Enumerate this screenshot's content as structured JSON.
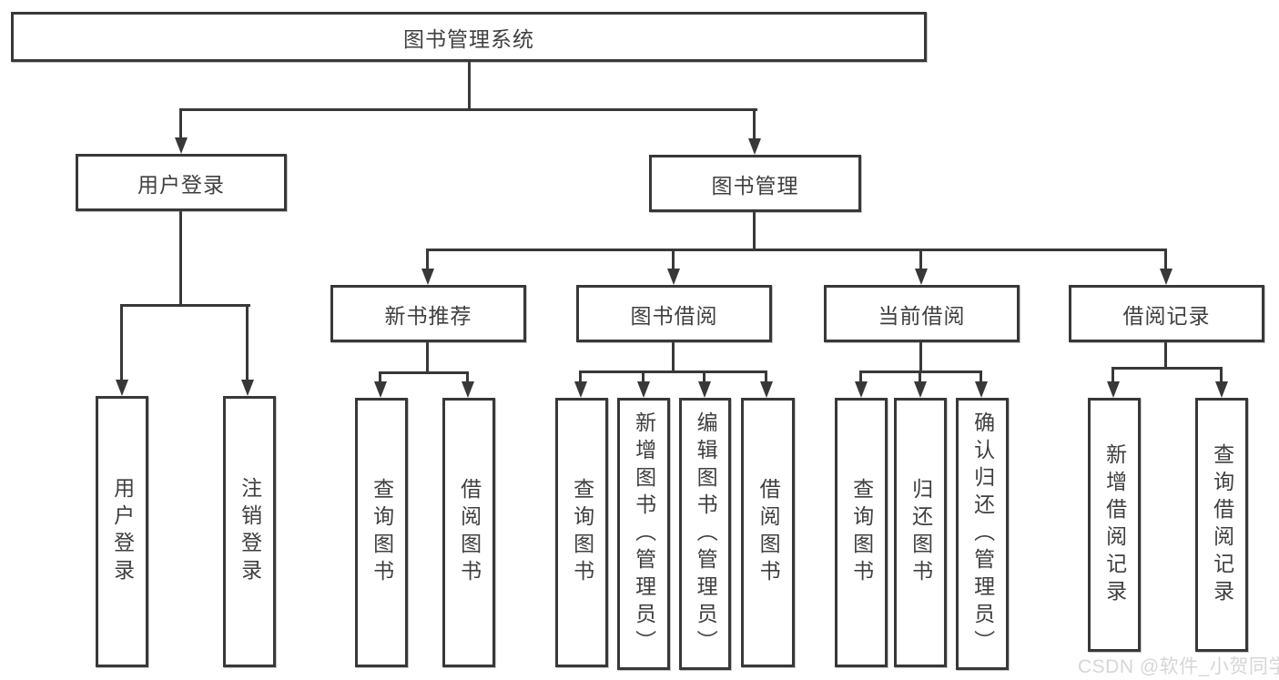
{
  "nodes": {
    "root": {
      "label": "图书管理系统"
    },
    "user_login": {
      "label": "用户登录"
    },
    "book_management": {
      "label": "图书管理"
    },
    "new_book_recommend": {
      "label": "新书推荐"
    },
    "book_borrowing": {
      "label": "图书借阅"
    },
    "current_borrowing": {
      "label": "当前借阅"
    },
    "borrowing_records": {
      "label": "借阅记录"
    },
    "leaf_user_login": {
      "label": "用户登录"
    },
    "leaf_logout": {
      "label": "注销登录"
    },
    "leaf_rec_query_books": {
      "label": "查询图书"
    },
    "leaf_rec_borrow_books": {
      "label": "借阅图书"
    },
    "leaf_bb_query_books": {
      "label": "查询图书"
    },
    "leaf_bb_add_books_admin": {
      "label": "新增图书（管理员）"
    },
    "leaf_bb_edit_books_admin": {
      "label": "编辑图书（管理员）"
    },
    "leaf_bb_borrow_books": {
      "label": "借阅图书"
    },
    "leaf_cb_query_books": {
      "label": "查询图书"
    },
    "leaf_cb_return_books": {
      "label": "归还图书"
    },
    "leaf_cb_confirm_return_admin": {
      "label": "确认归还（管理员）"
    },
    "leaf_br_add_record": {
      "label": "新增借阅记录"
    },
    "leaf_br_query_record": {
      "label": "查询借阅记录"
    }
  },
  "watermark": {
    "text": "CSDN @软件_小贺同学"
  },
  "colors": {
    "line": "#383838",
    "text": "#3f3f3f",
    "watermark": "#d6d6d6",
    "background": "#ffffff"
  }
}
